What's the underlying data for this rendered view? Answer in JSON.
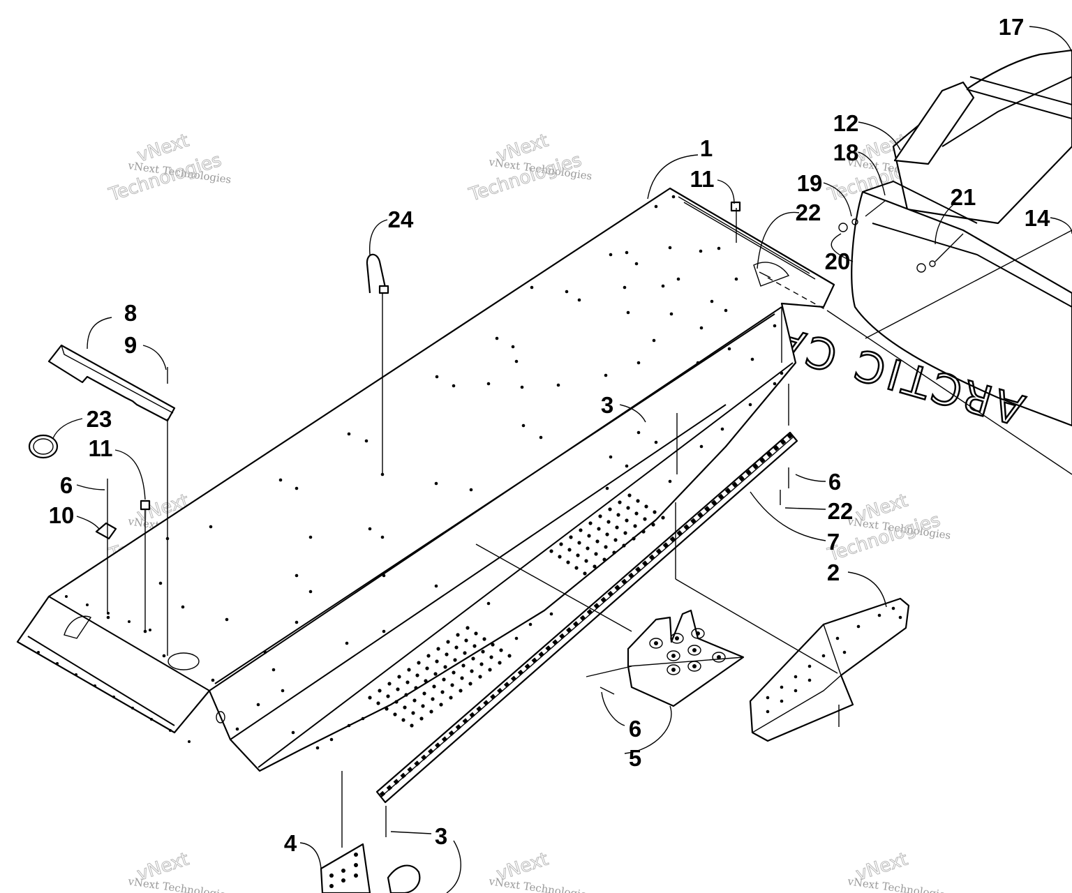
{
  "callouts": [
    {
      "n": "1"
    },
    {
      "n": "2"
    },
    {
      "n": "3"
    },
    {
      "n": "3"
    },
    {
      "n": "4"
    },
    {
      "n": "5"
    },
    {
      "n": "6"
    },
    {
      "n": "6"
    },
    {
      "n": "6"
    },
    {
      "n": "7"
    },
    {
      "n": "8"
    },
    {
      "n": "9"
    },
    {
      "n": "10"
    },
    {
      "n": "11"
    },
    {
      "n": "11"
    },
    {
      "n": "12"
    },
    {
      "n": "14"
    },
    {
      "n": "17"
    },
    {
      "n": "18"
    },
    {
      "n": "19"
    },
    {
      "n": "20"
    },
    {
      "n": "21"
    },
    {
      "n": "22"
    },
    {
      "n": "22"
    },
    {
      "n": "23"
    },
    {
      "n": "24"
    }
  ],
  "watermark": {
    "line1": "vNext Technologies",
    "big1": "vNext",
    "big2": "Technologies"
  },
  "brand_text": "ARCTIC CAT"
}
